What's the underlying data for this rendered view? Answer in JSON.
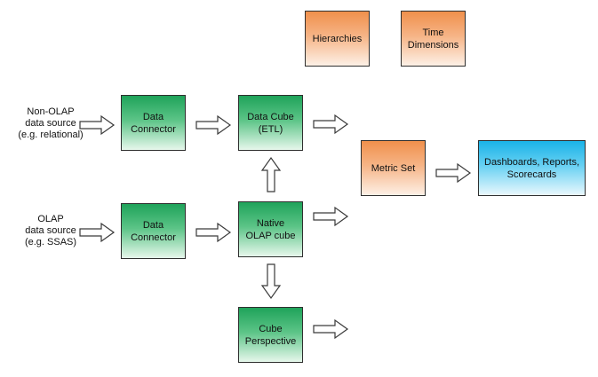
{
  "sources": {
    "non_olap": "Non-OLAP\ndata source\n(e.g. relational)",
    "olap": "OLAP\ndata source\n(e.g. SSAS)"
  },
  "boxes": {
    "data_connector_top": "Data\nConnector",
    "data_connector_bottom": "Data\nConnector",
    "data_cube": "Data Cube\n(ETL)",
    "native_olap": "Native\nOLAP cube",
    "cube_perspective": "Cube\nPerspective",
    "hierarchies": "Hierarchies",
    "time_dimensions": "Time\nDimensions",
    "metric_set": "Metric Set",
    "dashboards": "Dashboards, Reports,\nScorecards"
  },
  "colors": {
    "green": "#1fa35a",
    "orange": "#f0904c",
    "blue": "#1ab3e8",
    "border": "#2f2f2f"
  }
}
